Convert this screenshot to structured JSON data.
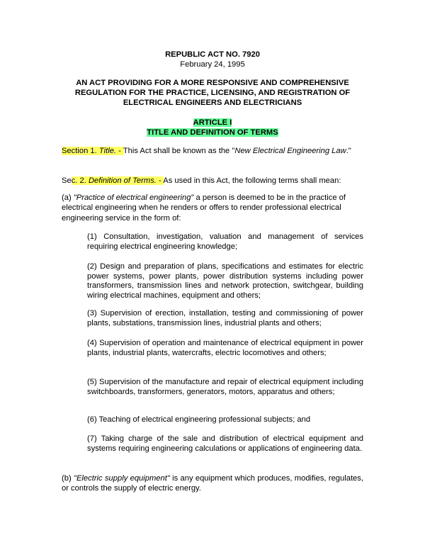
{
  "header": {
    "act_number": "REPUBLIC ACT NO. 7920",
    "date": "February 24, 1995",
    "title_lines": [
      "AN ACT PROVIDING FOR A MORE RESPONSIVE AND COMPREHENSIVE",
      "REGULATION FOR THE PRACTICE, LICENSING, AND REGISTRATION OF",
      "ELECTRICAL ENGINEERS AND ELECTRICIANS"
    ]
  },
  "article": {
    "number": "ARTICLE I",
    "heading": "TITLE AND DEFINITION OF TERMS"
  },
  "section1": {
    "label_prefix": "Section 1. ",
    "label_title": "Title.",
    "label_suffix": " - ",
    "body_prefix": "This Act shall be known as the \"",
    "body_italic": "New Electrical Engineering Law",
    "body_suffix": ".\""
  },
  "section2": {
    "label_plain": "Se",
    "label_hl_prefix": "c. 2. ",
    "label_title": "Definition of Terms.",
    "label_suffix": " - ",
    "body": "As used in this Act, the following terms shall mean:"
  },
  "def_a": {
    "prefix": "(a) ",
    "term": "\"Practice of electrical engineering\"",
    "body": " a person is deemed to be in the practice of electrical engineering when he renders or offers to render professional electrical engineering service in the form of:"
  },
  "items": [
    "(1) Consultation, investigation, valuation and management of services requiring electrical engineering knowledge;",
    "(2) Design and preparation of plans, specifications and estimates for electric power systems, power plants, power distribution systems including power transformers, transmission lines and network protection, switchgear, building wiring electrical machines, equipment and others;",
    "(3) Supervision of erection, installation, testing and commissioning of power plants, substations, transmission lines, industrial plants and others;",
    "(4) Supervision of operation and maintenance of electrical equipment in power plants, industrial plants, watercrafts, electric locomotives and others;",
    "(5) Supervision of the manufacture and repair of electrical equipment including switchboards, transformers, generators, motors, apparatus and others;",
    "(6) Teaching of electrical engineering professional subjects; and",
    "(7) Taking charge of the sale and distribution of electrical equipment and systems requiring engineering calculations or applications of engineering data."
  ],
  "def_b": {
    "prefix": "(b) ",
    "term": "\"Electric supply equipment\"",
    "body": " is any equipment which produces, modifies, regulates, or controls the supply of electric energy."
  },
  "colors": {
    "highlight_yellow": "#ffff66",
    "highlight_green": "#66ff99"
  }
}
